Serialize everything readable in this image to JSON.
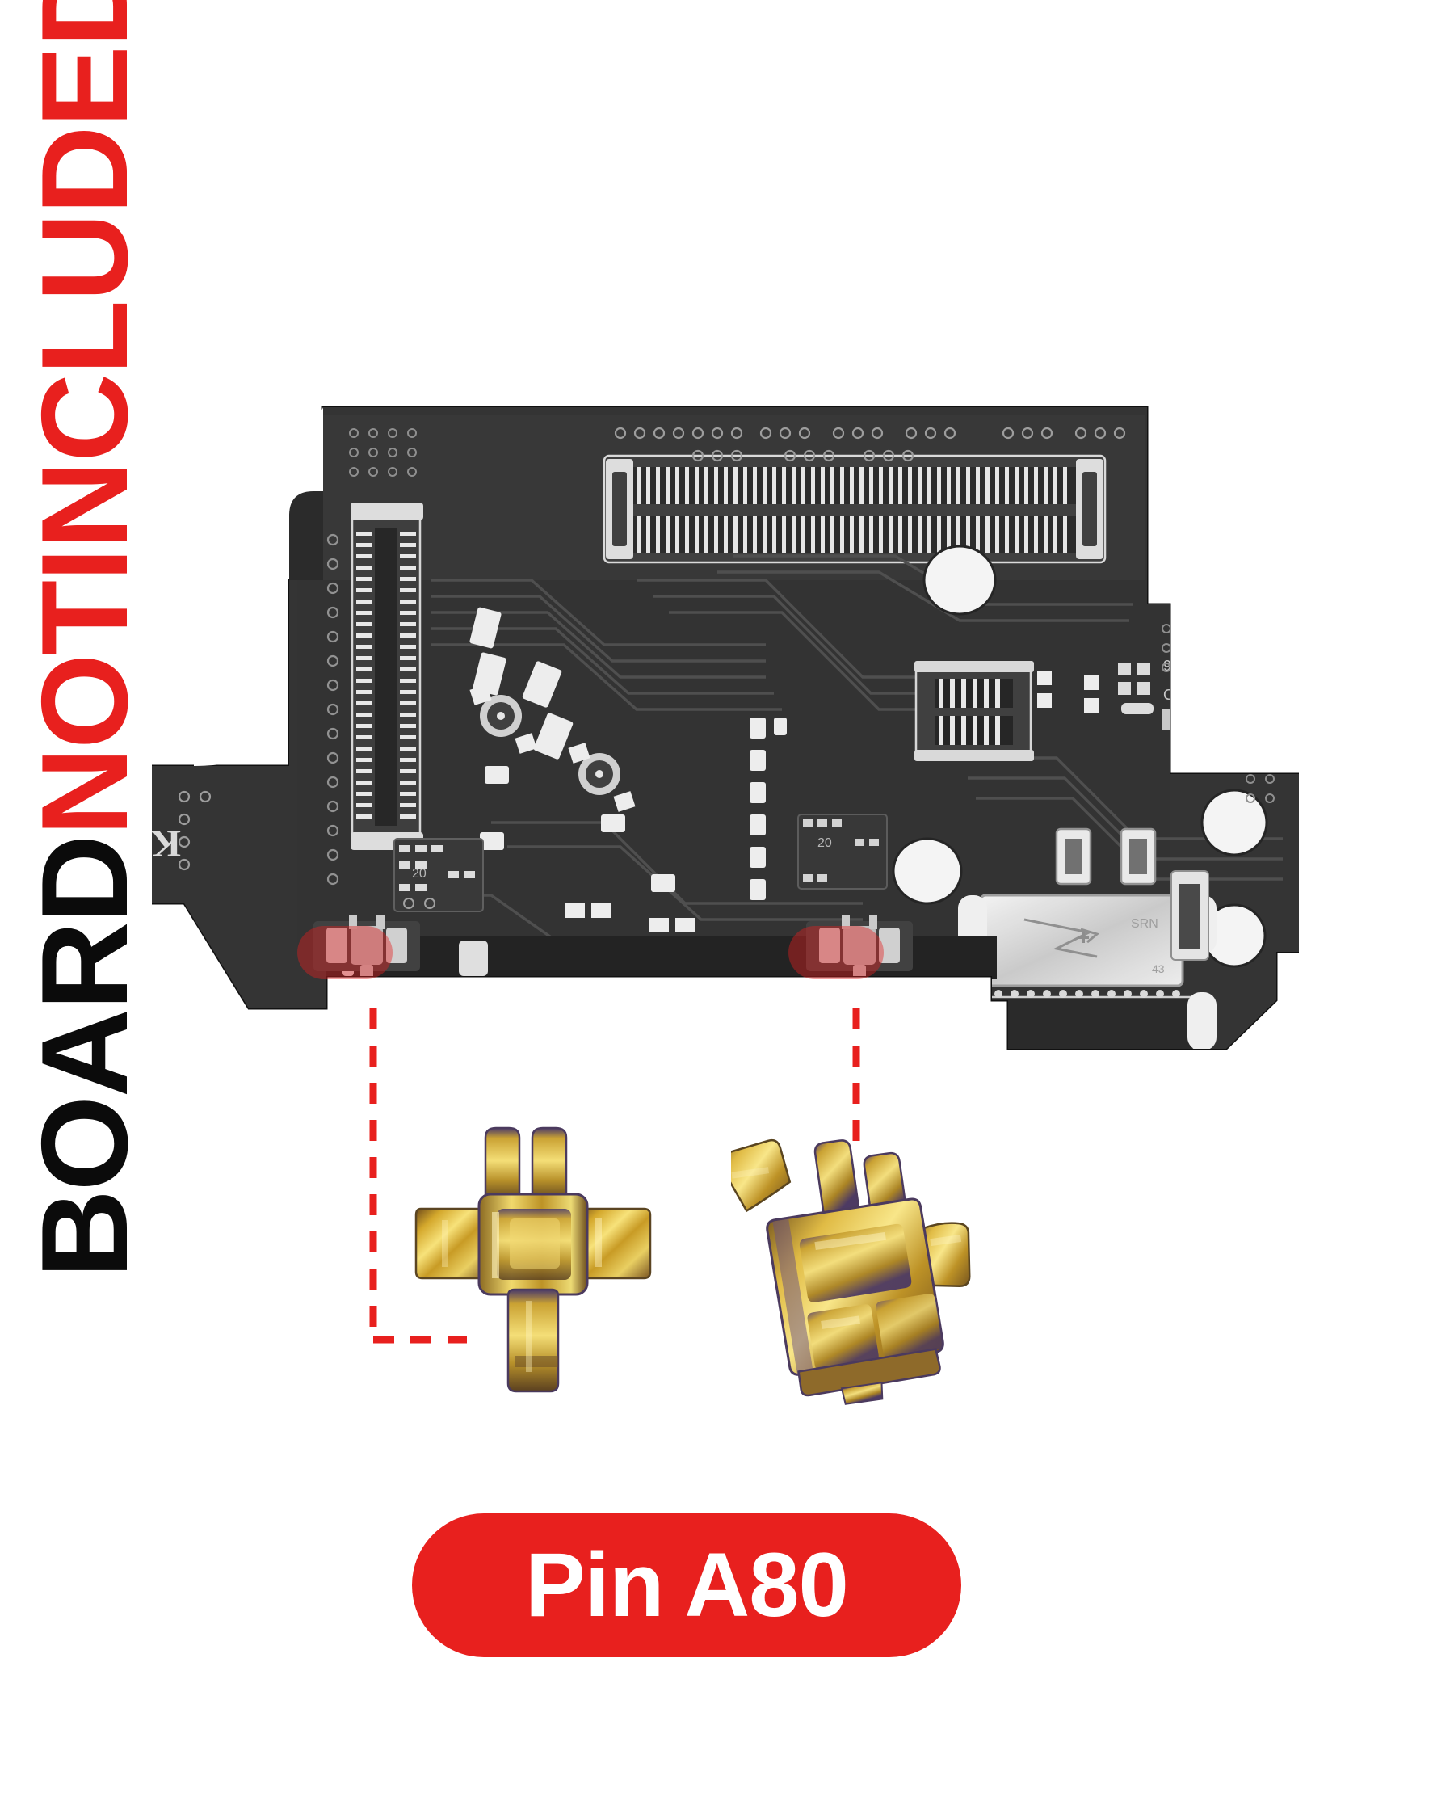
{
  "banner": {
    "word_board": "BOARD",
    "word_not": "NOT",
    "word_included": "INCLUDED",
    "color_board": "#0b0b0b",
    "color_notice": "#e8201e",
    "orientation": "vertical-rotated-90ccw"
  },
  "badge": {
    "label": "Pin A80",
    "background_color": "#e8201e",
    "text_color": "#ffffff",
    "shape": "pill"
  },
  "board": {
    "name": "charging-port-flex-board",
    "finish_color": "#2a2a2a",
    "silkscreen_color": "#d8d8d8",
    "mark_left": "K"
  },
  "highlights": [
    {
      "name": "highlight-left-pin-pad",
      "color": "#e2201e",
      "opacity": 0.42
    },
    {
      "name": "highlight-right-pin-pad",
      "color": "#e2201e",
      "opacity": 0.42
    }
  ],
  "leaders": [
    {
      "name": "leader-left",
      "style": "dashed",
      "color": "#e8201e",
      "shape": "vertical-then-right-elbow"
    },
    {
      "name": "leader-right",
      "style": "dashed",
      "color": "#e8201e",
      "shape": "vertical"
    }
  ],
  "parts": [
    {
      "name": "pin-a80-front-view",
      "finish": "gold-plated",
      "color": "#c9a227"
    },
    {
      "name": "pin-a80-angled-view",
      "finish": "gold-plated",
      "color": "#c9a227"
    }
  ]
}
